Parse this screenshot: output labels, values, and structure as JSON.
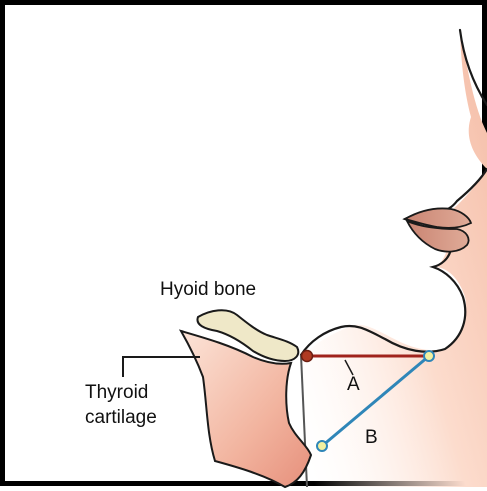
{
  "labels": {
    "hyoid": "Hyoid bone",
    "thyroid_line1": "Thyroid",
    "thyroid_line2": "cartilage",
    "segment_a": "A",
    "segment_b": "B"
  },
  "colors": {
    "border": "#000000",
    "outline": "#1a1a1a",
    "skin_light": "#fde9de",
    "skin_dark": "#f4b8a2",
    "lips": "#d9a08d",
    "hyoid_fill": "#efe8c8",
    "cartilage_light": "#fce2d4",
    "cartilage_dark": "#e99a86",
    "segment_a": "#a0231c",
    "segment_b": "#2f86b8",
    "point_a": "#b03a22",
    "point_b": "#f2f0a0"
  }
}
